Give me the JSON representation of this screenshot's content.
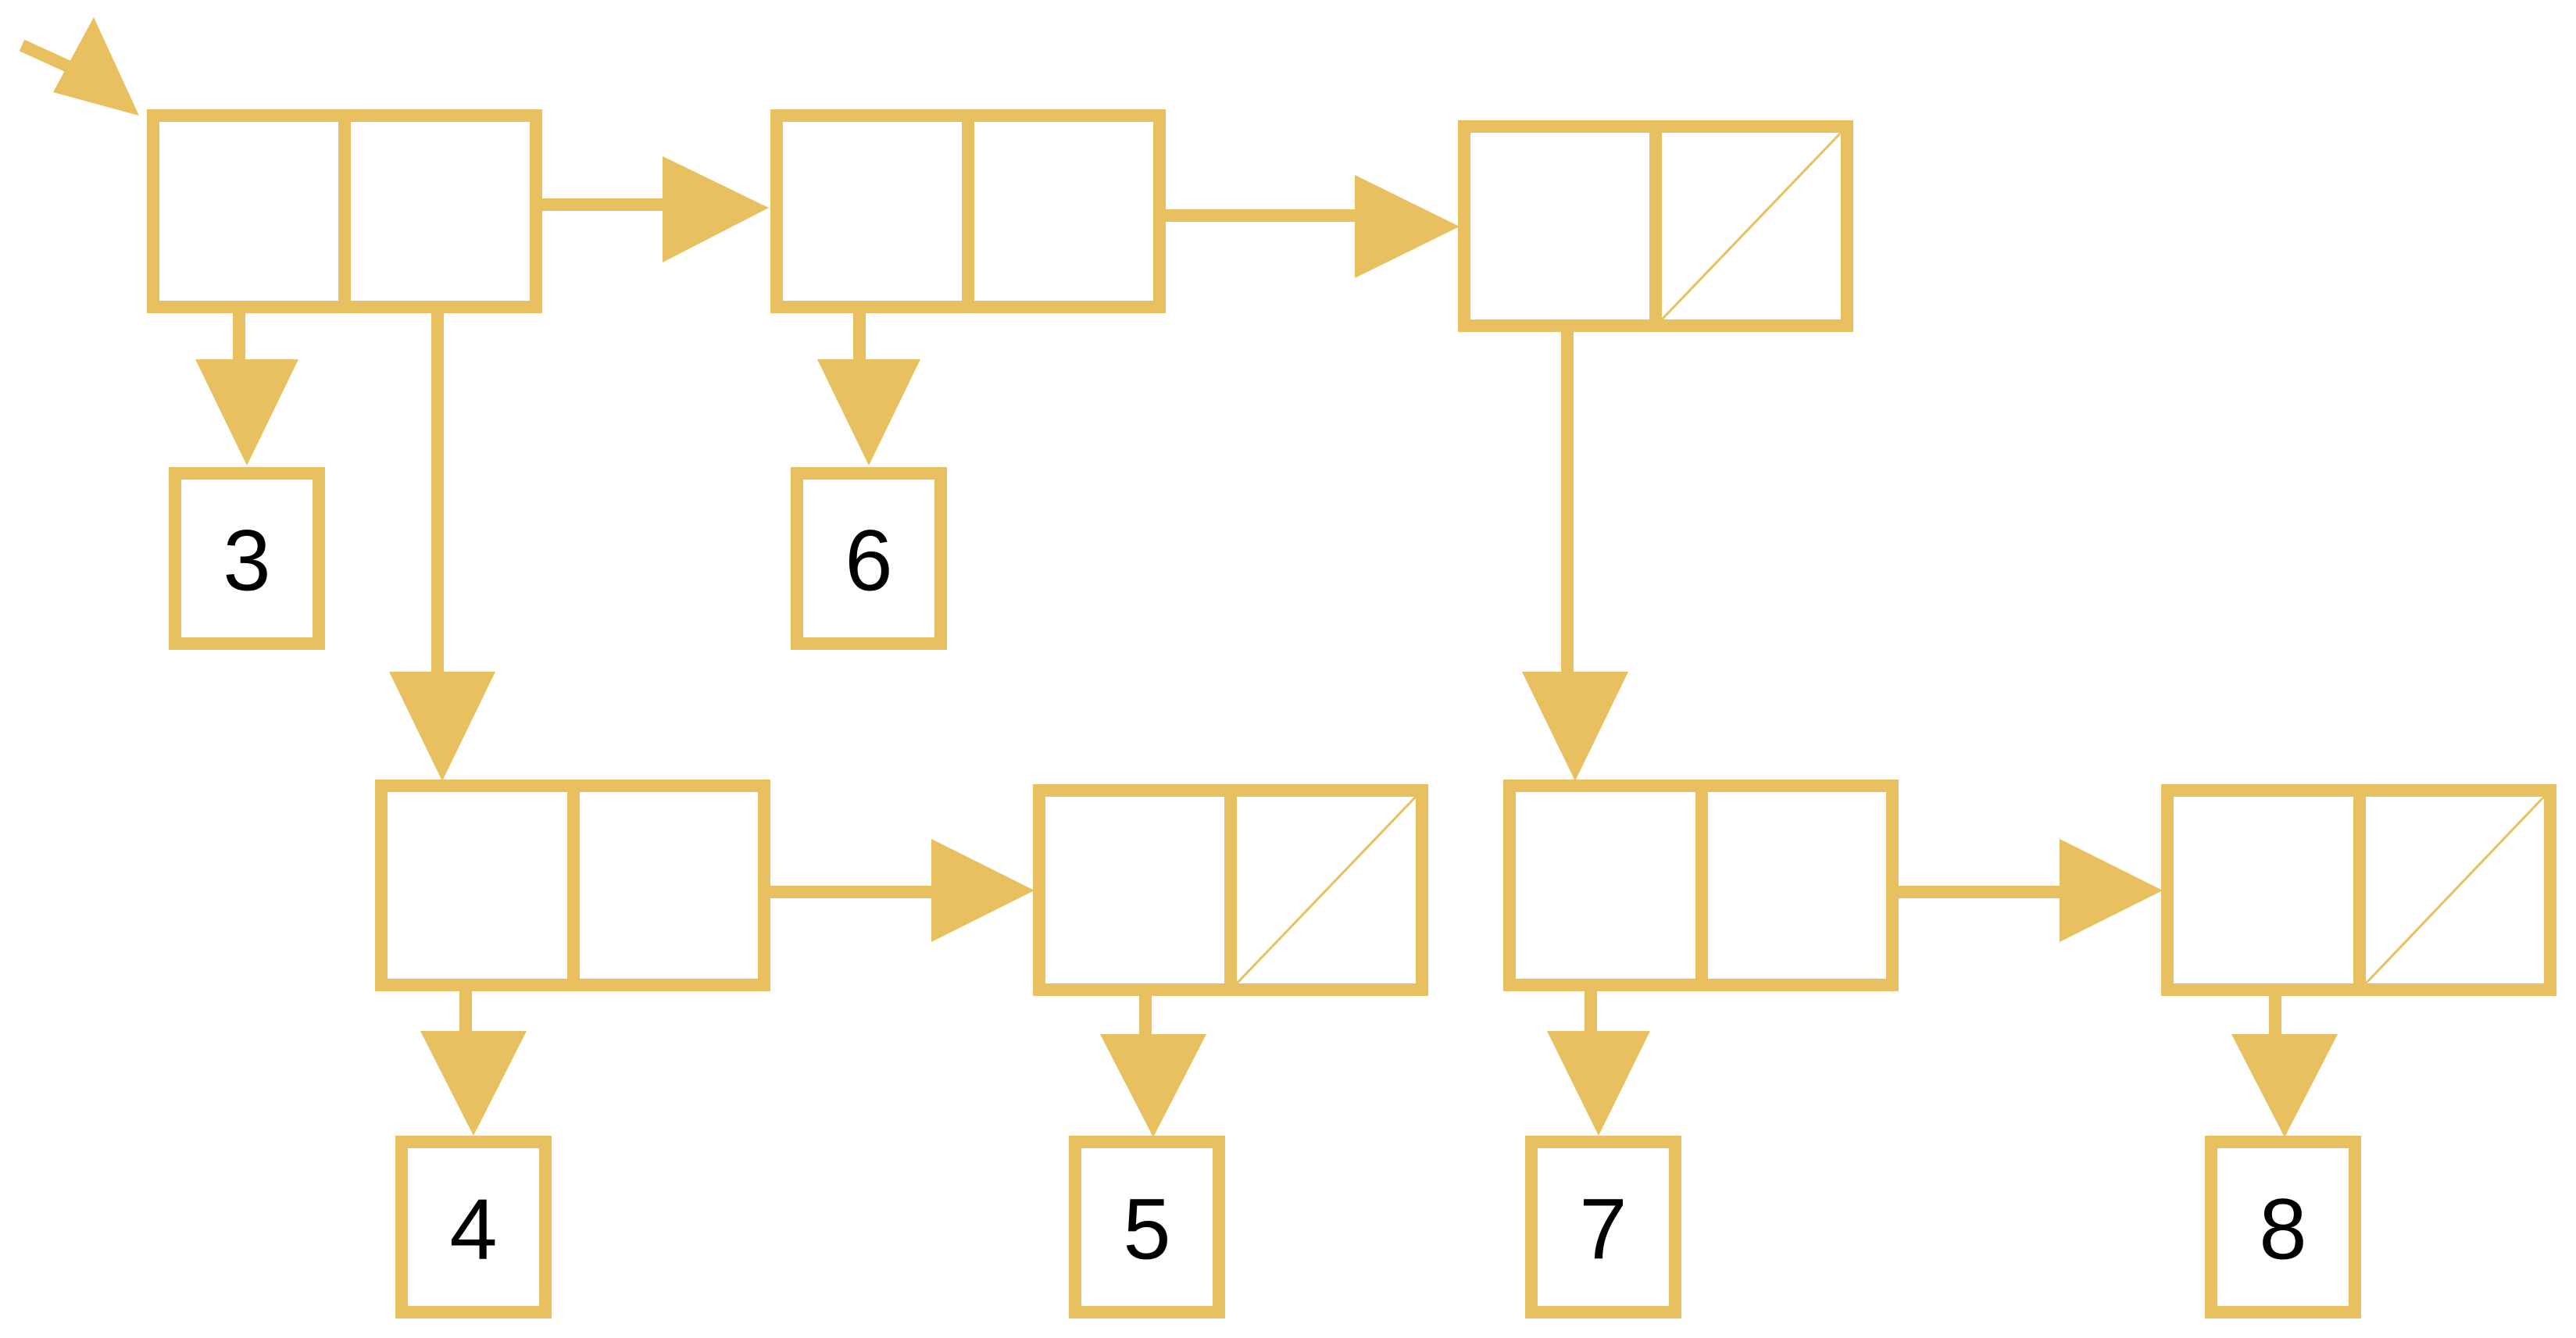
{
  "colors": {
    "accent": "#E8C060",
    "text": "#000000",
    "background": "#FFFFFF"
  },
  "diagram": {
    "values": {
      "v3": "3",
      "v6": "6",
      "v4": "4",
      "v5": "5",
      "v7": "7",
      "v8": "8"
    }
  }
}
